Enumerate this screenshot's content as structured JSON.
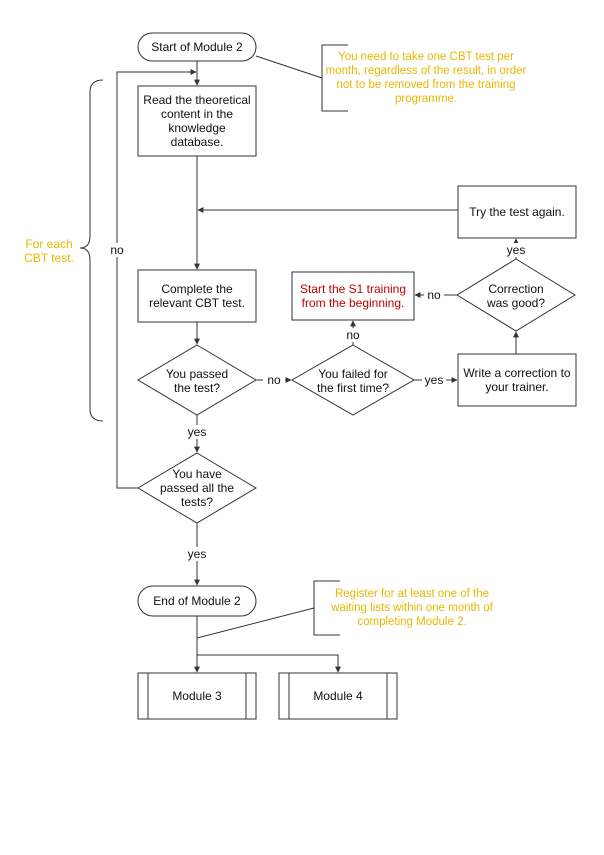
{
  "start": "Start of Module 2",
  "note_top": [
    "You need to take one CBT test per",
    "month, regardless of the result, in order",
    "not to be removed from the training",
    "programme."
  ],
  "read": [
    "Read the theoretical",
    "content in the",
    "knowledge",
    "database."
  ],
  "try_again": "Try the test again.",
  "brace_label": [
    "For each",
    "CBT test."
  ],
  "no_left": "no",
  "complete": [
    "Complete the",
    "relevant CBT test."
  ],
  "restart": [
    "Start the S1 training",
    "from the beginning."
  ],
  "correction_good": [
    "Correction",
    "was good?"
  ],
  "yes_correction": "yes",
  "no_correction": "no",
  "no_first": "no",
  "passed": [
    "You passed",
    "the test?"
  ],
  "no_passed": "no",
  "failed_first": [
    "You failed for",
    "the first time?"
  ],
  "yes_failed": "yes",
  "write_correction": [
    "Write a correction to",
    "your trainer."
  ],
  "yes_passed": "yes",
  "passed_all": [
    "You have",
    "passed all the",
    "tests?"
  ],
  "yes_all": "yes",
  "end": "End of Module 2",
  "note_bottom": [
    "Register for at least one of the",
    "waiting lists within one month of",
    "completing Module 2."
  ],
  "module3": "Module 3",
  "module4": "Module 4",
  "colors": {
    "note": "#e6b800",
    "warn": "#c00000",
    "line": "#333333"
  }
}
